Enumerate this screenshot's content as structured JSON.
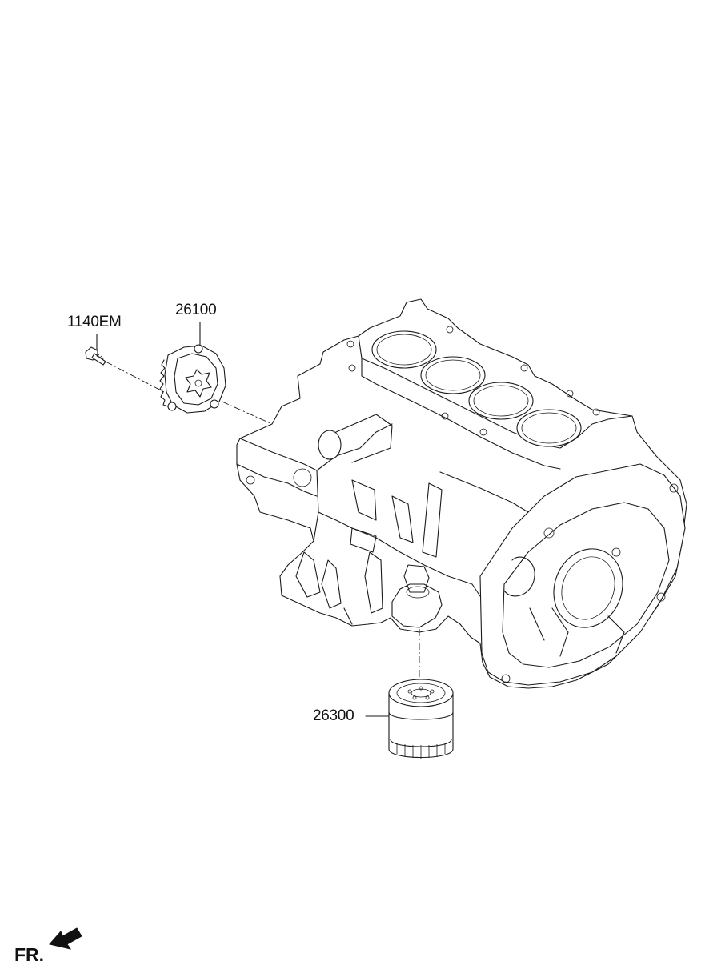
{
  "parts": {
    "bolt": {
      "number": "1140EM",
      "icon": "bolt-icon"
    },
    "oil_pump": {
      "number": "26100",
      "icon": "oil-pump-icon"
    },
    "oil_filter": {
      "number": "26300",
      "icon": "oil-filter-icon"
    }
  },
  "engine_block": {
    "icon": "engine-block-icon"
  },
  "orientation": {
    "text": "FR.",
    "icon": "front-direction-arrow-icon"
  },
  "colors": {
    "line": "#1a1a1a",
    "background": "#ffffff"
  }
}
